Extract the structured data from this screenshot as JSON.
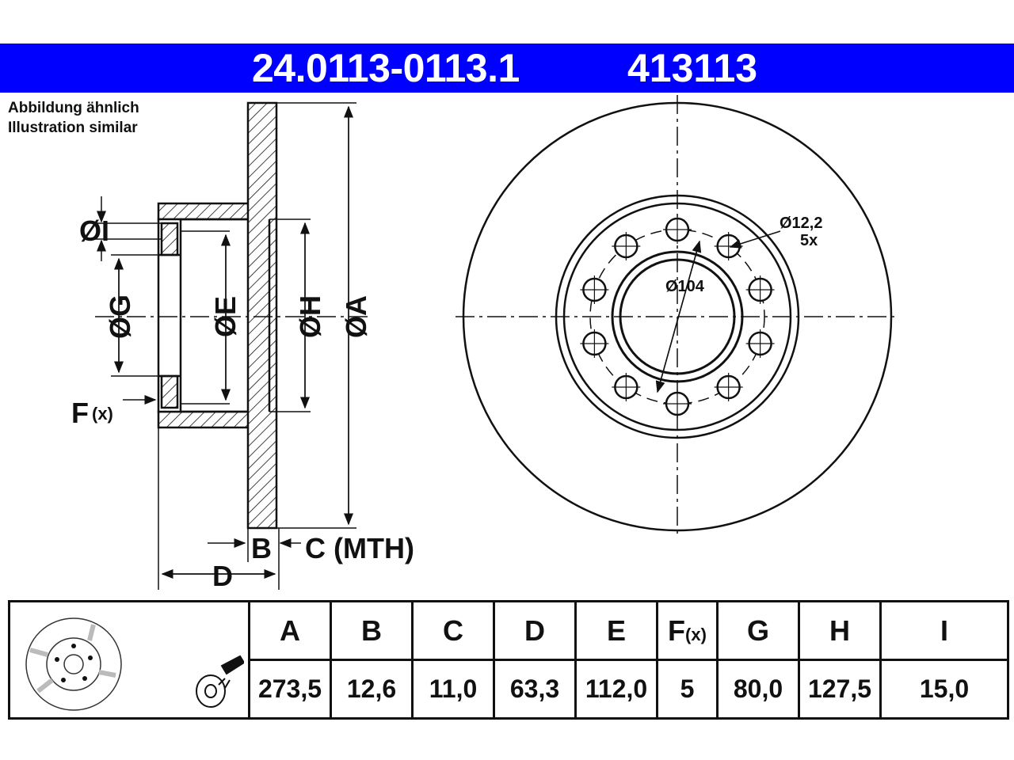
{
  "header": {
    "part_number": "24.0113-0113.1",
    "ref_number": "413113"
  },
  "note": {
    "line1": "Abbildung ähnlich",
    "line2": "Illustration similar"
  },
  "section_labels": {
    "I": "ØI",
    "G": "ØG",
    "E": "ØE",
    "H": "ØH",
    "A": "ØA",
    "F": "F",
    "F_sub": "(x)",
    "B": "B",
    "C": "C (MTH)",
    "D": "D"
  },
  "front_labels": {
    "bolt_hole": "Ø12,2",
    "bolt_count": "5x",
    "pcd": "Ø104"
  },
  "table": {
    "headers": [
      {
        "main": "A",
        "sub": ""
      },
      {
        "main": "B",
        "sub": ""
      },
      {
        "main": "C",
        "sub": ""
      },
      {
        "main": "D",
        "sub": ""
      },
      {
        "main": "E",
        "sub": ""
      },
      {
        "main": "F",
        "sub": "(x)"
      },
      {
        "main": "G",
        "sub": ""
      },
      {
        "main": "H",
        "sub": ""
      },
      {
        "main": "I",
        "sub": ""
      }
    ],
    "values": [
      "273,5",
      "12,6",
      "11,0",
      "63,3",
      "112,0",
      "5",
      "80,0",
      "127,5",
      "15,0"
    ]
  },
  "colors": {
    "banner": "#0000ff",
    "line": "#111111"
  }
}
